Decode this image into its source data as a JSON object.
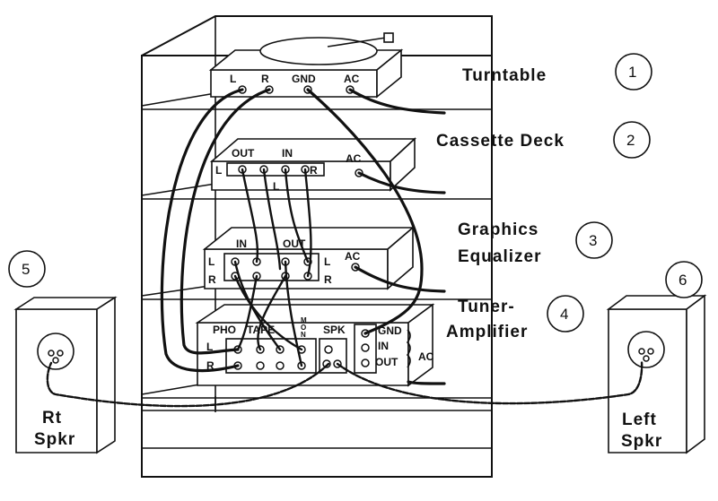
{
  "components": {
    "turntable": {
      "name": "Turntable",
      "number": "1",
      "jacks": {
        "l": "L",
        "r": "R",
        "gnd": "GND",
        "ac": "AC"
      }
    },
    "cassette": {
      "name": "Cassette Deck",
      "number": "2",
      "out": "OUT",
      "in": "IN",
      "l": "L",
      "r": "R",
      "mid_l": "L",
      "ac": "AC"
    },
    "equalizer": {
      "name_line1": "Graphics",
      "name_line2": "Equalizer",
      "number": "3",
      "in": "IN",
      "out": "OUT",
      "l": "L",
      "r": "R",
      "l2": "L",
      "r2": "R",
      "ac": "AC"
    },
    "tuner": {
      "name_line1": "Tuner-",
      "name_line2": "Amplifier",
      "number": "4",
      "pho": "PHO",
      "tape": "TAPE",
      "mon": "M\nO\nN",
      "spk": "SPK",
      "gnd": "GND",
      "in": "IN",
      "out": "OUT",
      "ac": "AC",
      "l": "L",
      "r": "R"
    },
    "right_speaker": {
      "line1": "Rt",
      "line2": "Spkr",
      "number": "5"
    },
    "left_speaker": {
      "line1": "Left",
      "line2": "Spkr",
      "number": "6"
    }
  }
}
